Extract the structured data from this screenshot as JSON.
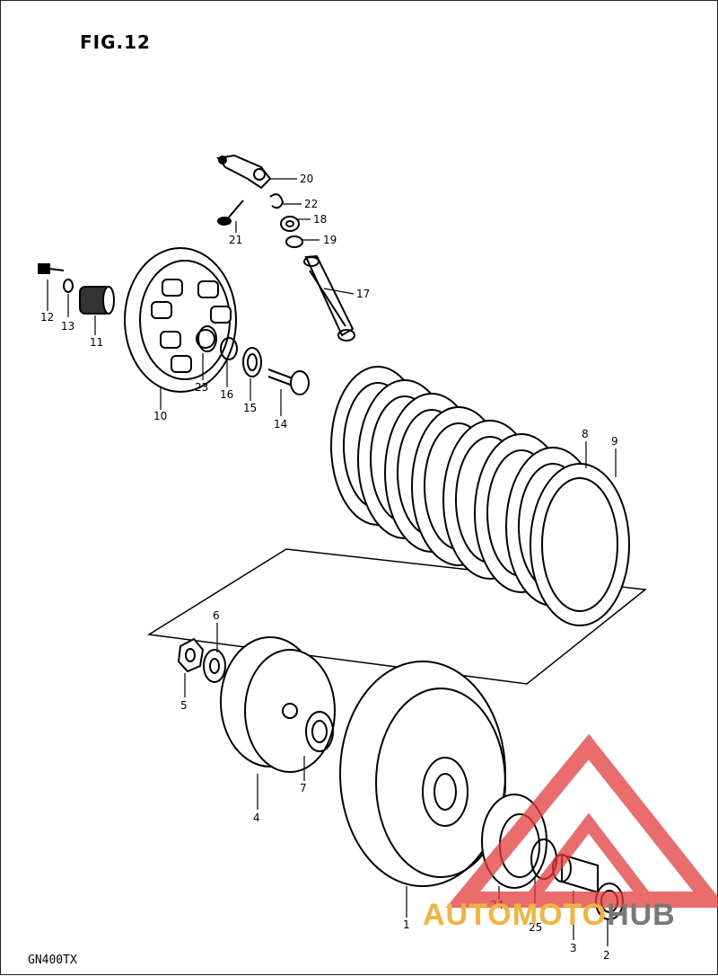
{
  "figure": {
    "title": "FIG.12",
    "model_code": "GN400TX"
  },
  "callouts": [
    "1",
    "2",
    "3",
    "4",
    "5",
    "6",
    "7",
    "8",
    "9",
    "10",
    "11",
    "12",
    "13",
    "14",
    "15",
    "16",
    "17",
    "18",
    "19",
    "20",
    "21",
    "22",
    "23",
    "24",
    "25"
  ],
  "watermark": {
    "text_part1": "AUTOMOTO",
    "text_part2": "HUB",
    "logo_color": "#e33b3b",
    "text_color_1": "#f2b43c",
    "text_color_2": "#787878"
  }
}
